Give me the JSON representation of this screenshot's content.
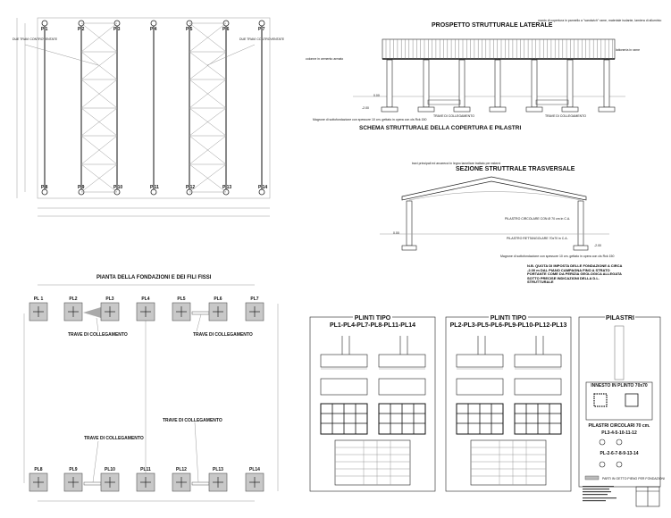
{
  "plan_top": {
    "columns_top": [
      "P 1",
      "P 2",
      "P 3",
      "P 4",
      "P 5",
      "P 6",
      "P 7"
    ],
    "columns_bottom": [
      "P 8",
      "P 9",
      "P 10",
      "P 11",
      "P 12",
      "P 13",
      "P 14"
    ],
    "note_left": "DUE TRAVI CONTROVENTATE",
    "note_right": "DUE TRAVI CONTROVENTATE"
  },
  "elevation": {
    "title": "PROSPETTO STRUTTURALE LATERALE",
    "roof_note": "manto di copertura in pannello a \"sandwich\" rame, materiale isolante, lamiera di alluminio",
    "column_note": "colonne in cemento armato",
    "gutter_note": "lattoneria in rame",
    "beam_label_1": "TRAVE DI COLLEGAMENTO",
    "beam_label_2": "TRAVE DI COLLEGAMENTO",
    "foundation_note": "Magrone di sottofondazione con spessore 10 cm. gettato in opera con cls Rck 150",
    "level_ground": "0.00",
    "level_foundation": "-2.00",
    "subtitle": "SCHEMA STRUTTURALE DELLA COPERTURA E PILASTRI"
  },
  "section": {
    "title": "SEZIONE STRUTTRALE TRASVERSALE",
    "beam_note": "travi principali ed arcarecci in legno lamellare trattato per esterni",
    "circ_column": "PILASTRO CIRCOLARE CON Ø 70 cm in C.A.",
    "rect_column": "PILASTRO RETTANGOLARE 70x70 in C.A.",
    "foundation_note": "Magrone di sottofondazione con spessore 10 cm. gettato in opera con cls Rck 150",
    "level_ground": "0.00",
    "level_foundation": "-2.00",
    "nb_note": "N.B. QUOTA DI IMPOSTA DELLE FONDAZIONE A CIRCA -2.00 m DAL PIANO CAMPAGNA FINO A STRATO PORTANTE COME DA PERIZIA GEOLOGICA ALLEGATA SOTTO PRECISE INDICAZIONI DELLA D.L. STRUTTURALE"
  },
  "plan_foundation": {
    "title": "PIANTA DELLA FONDAZIONI E DEI FILI FISSI",
    "plinths_top": [
      "PL 1",
      "PL2",
      "PL3",
      "PL4",
      "PL5",
      "PL6",
      "PL7"
    ],
    "plinths_bottom": [
      "PL8",
      "PL9",
      "PL10",
      "PL11",
      "PL12",
      "PL13",
      "PL14"
    ],
    "beam_labels": [
      "TRAVE DI COLLEGAMENTO",
      "TRAVE DI COLLEGAMENTO",
      "TRAVE DI COLLEGAMENTO",
      "TRAVE DI COLLEGAMENTO"
    ]
  },
  "details": {
    "panel1_title": "PLINTI TIPO",
    "panel1_subtitle": "PL1-PL4-PL7-PL8-PL11-PL14",
    "panel2_title": "PLINTI TIPO",
    "panel2_subtitle": "PL2-PL3-PL5-PL6-PL9-PL10-PL12-PL13",
    "panel3_title": "PILASTRI",
    "innesto_title": "INNESTO IN PLINTO 70x70",
    "circular_title": "PILASTRI CIRCOLARI 70 cm.",
    "circular_group1": "PL3-4-5-10-11-12",
    "circular_group2": "PL-2-6-7-8-9-13-14",
    "legend_label": "PARTI IN GETTO PIENO PER FONDAZIONI"
  }
}
